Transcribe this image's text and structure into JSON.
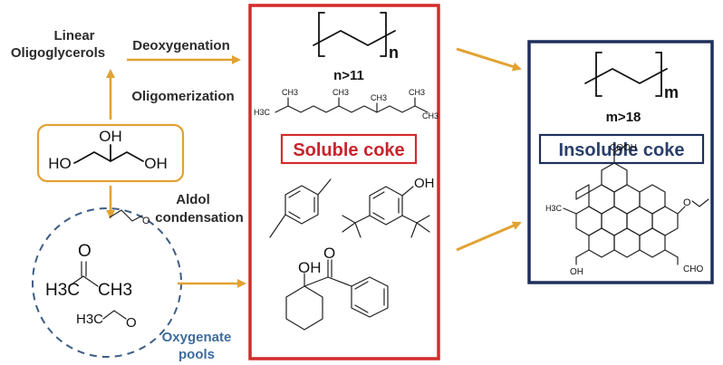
{
  "labels": {
    "linear_line1": "Linear",
    "linear_line2": "Oligoglycerols",
    "deoxygenation": "Deoxygenation",
    "oligomerization": "Oligomerization",
    "aldol_line1": "Aldol",
    "aldol_line2": "condensation",
    "oxygenate_line1": "Oxygenate",
    "oxygenate_line2": "pools",
    "soluble_coke": "Soluble coke",
    "insoluble_coke": "Insoluble coke",
    "n_condition": "n>11",
    "m_condition": "m>18",
    "n_subscript": "n",
    "m_subscript": "m"
  },
  "atoms": {
    "oh": "OH",
    "ho": "HO",
    "h3c": "H3C",
    "ch3": "CH3",
    "h3c_small": "H3C",
    "ch3_small": "CH3",
    "o": "O",
    "cooh": "COOH",
    "cho": "CHO"
  },
  "colors": {
    "arrow": "#E2A233",
    "soluble_border": "#D42B2B",
    "soluble_text": "#C8242B",
    "insoluble_border": "#1F2F5C",
    "insoluble_text": "#2A3F6B",
    "dashed_circle": "#3E5D85",
    "oxygenate_text": "#3E6C9E",
    "glycerol_border": "#E2A233"
  }
}
